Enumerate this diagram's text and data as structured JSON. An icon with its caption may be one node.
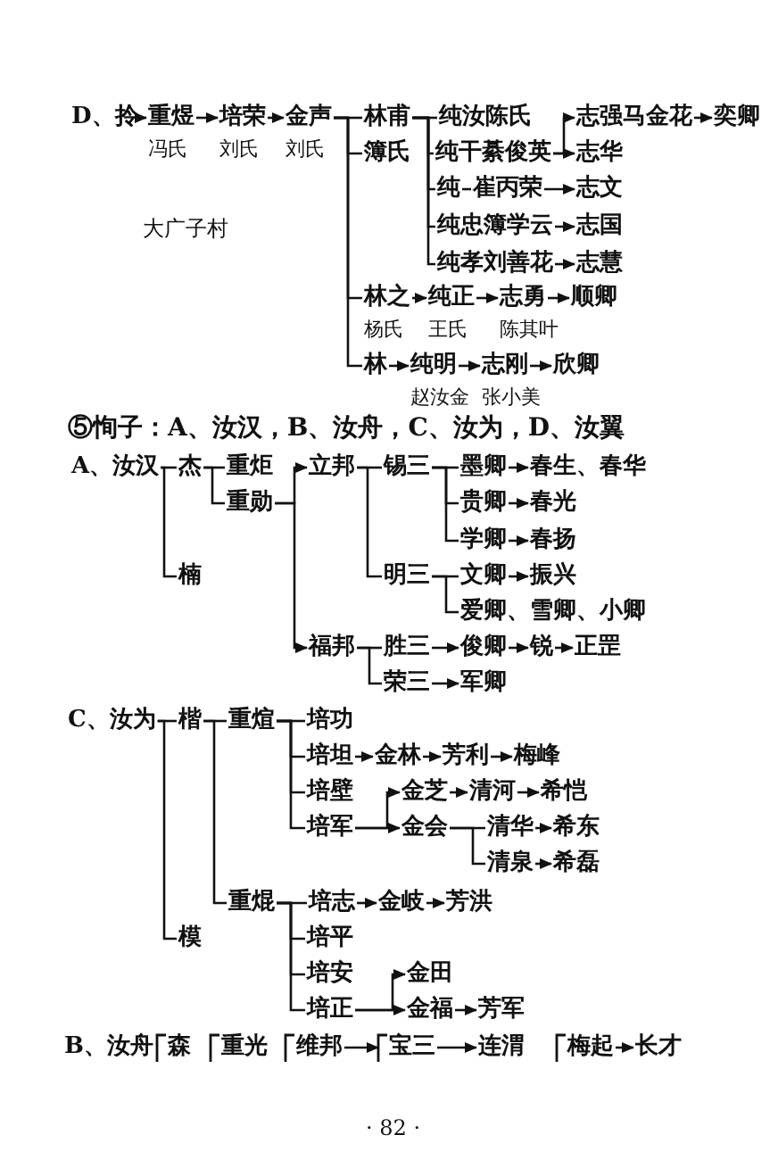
{
  "diagram": {
    "title": "⑤恂子：A、汝汉，B、汝舟，C、汝为，D、汝翼",
    "nodes": [
      {
        "text": [
          "D、拎"
        ]
      },
      {
        "text": [
          "重煜"
        ],
        "beside": [
          "冯氏"
        ]
      },
      {
        "text": [
          "培荣"
        ],
        "beside": [
          "刘氏"
        ]
      },
      {
        "text": [
          "金声"
        ],
        "beside": [
          "刘氏"
        ]
      },
      {
        "text": [
          "林甫"
        ]
      },
      {
        "text": [
          "簿氏"
        ]
      },
      {
        "text": [
          "纯汝陈氏"
        ]
      },
      {
        "text": [
          "志强马金花"
        ]
      },
      {
        "text": [
          "奕卿"
        ]
      },
      {
        "text": [
          "纯干綦俊英"
        ]
      },
      {
        "text": [
          "志华"
        ]
      },
      {
        "text": [
          "纯"
        ]
      },
      {
        "text": [
          "崔丙荣"
        ]
      },
      {
        "text": [
          "志文"
        ]
      },
      {
        "text": [
          "纯忠簿学云"
        ]
      },
      {
        "text": [
          "志国"
        ]
      },
      {
        "text": [
          "纯孝刘善花"
        ]
      },
      {
        "text": [
          "志慧"
        ]
      },
      {
        "text": [
          "林之"
        ],
        "beside": [
          "杨氏"
        ]
      },
      {
        "text": [
          "纯正"
        ],
        "beside": [
          "王氏"
        ]
      },
      {
        "text": [
          "志勇"
        ],
        "beside": [
          "陈其叶"
        ]
      },
      {
        "text": [
          "顺卿"
        ]
      },
      {
        "text": [
          "林"
        ]
      },
      {
        "text": [
          "纯明"
        ],
        "beside": [
          "赵汝金"
        ]
      },
      {
        "text": [
          "志刚"
        ],
        "beside": [
          "张小美"
        ]
      },
      {
        "text": [
          "欣卿"
        ]
      },
      {
        "text": [
          "A、汝汉"
        ]
      },
      {
        "text": [
          "杰"
        ]
      },
      {
        "text": [
          "楠"
        ]
      },
      {
        "text": [
          "重炬"
        ]
      },
      {
        "text": [
          "重勋"
        ]
      },
      {
        "text": [
          "立邦"
        ]
      },
      {
        "text": [
          "福邦"
        ]
      },
      {
        "text": [
          "锡三"
        ]
      },
      {
        "text": [
          "明三"
        ]
      },
      {
        "text": [
          "墨卿"
        ]
      },
      {
        "text": [
          "春生、春华"
        ]
      },
      {
        "text": [
          "贵卿"
        ]
      },
      {
        "text": [
          "春光"
        ]
      },
      {
        "text": [
          "学卿"
        ]
      },
      {
        "text": [
          "春扬"
        ]
      },
      {
        "text": [
          "文卿"
        ]
      },
      {
        "text": [
          "振兴"
        ]
      },
      {
        "text": [
          "爱卿、雪卿、小卿"
        ]
      },
      {
        "text": [
          "胜三"
        ]
      },
      {
        "text": [
          "俊卿"
        ]
      },
      {
        "text": [
          "锐"
        ]
      },
      {
        "text": [
          "正罡"
        ]
      },
      {
        "text": [
          "荣三"
        ]
      },
      {
        "text": [
          "军卿"
        ]
      },
      {
        "text": [
          "C、汝为"
        ]
      },
      {
        "text": [
          "楷"
        ]
      },
      {
        "text": [
          "模"
        ]
      },
      {
        "text": [
          "重煊"
        ]
      },
      {
        "text": [
          "重焜"
        ]
      },
      {
        "text": [
          "培功"
        ]
      },
      {
        "text": [
          "培坦"
        ]
      },
      {
        "text": [
          "金林"
        ]
      },
      {
        "text": [
          "芳利"
        ]
      },
      {
        "text": [
          "梅峰"
        ]
      },
      {
        "text": [
          "培壁"
        ]
      },
      {
        "text": [
          "培军"
        ]
      },
      {
        "text": [
          "金芝"
        ]
      },
      {
        "text": [
          "清河"
        ]
      },
      {
        "text": [
          "希恺"
        ]
      },
      {
        "text": [
          "金会"
        ]
      },
      {
        "text": [
          "清华"
        ]
      },
      {
        "text": [
          "希东"
        ]
      },
      {
        "text": [
          "清泉"
        ]
      },
      {
        "text": [
          "希磊"
        ]
      },
      {
        "text": [
          "培志"
        ]
      },
      {
        "text": [
          "金岐"
        ]
      },
      {
        "text": [
          "芳洪"
        ]
      },
      {
        "text": [
          "培平"
        ]
      },
      {
        "text": [
          "培安"
        ]
      },
      {
        "text": [
          "培正"
        ]
      },
      {
        "text": [
          "金田"
        ]
      },
      {
        "text": [
          "金福"
        ]
      },
      {
        "text": [
          "芳军"
        ]
      },
      {
        "text": [
          "B、汝舟"
        ]
      },
      {
        "text": [
          "森"
        ]
      },
      {
        "text": [
          "重光"
        ]
      },
      {
        "text": [
          "维邦"
        ]
      },
      {
        "text": [
          "宝三"
        ]
      },
      {
        "text": [
          "连渭"
        ]
      },
      {
        "text": [
          "梅起"
        ]
      },
      {
        "text": [
          "长才"
        ]
      }
    ],
    "edges": [
      {
        "from": 0,
        "to": 1,
        "arrow": "to"
      },
      {
        "from": 1,
        "to": 2,
        "arrow": "to"
      },
      {
        "from": 2,
        "to": 3,
        "arrow": "to"
      },
      {
        "from": 3,
        "to": 4,
        "arrow": "none"
      },
      {
        "from": 3,
        "to": 5,
        "arrow": "none"
      },
      {
        "from": 3,
        "to": 18,
        "arrow": "none"
      },
      {
        "from": 3,
        "to": 22,
        "arrow": "none"
      },
      {
        "from": 4,
        "to": 6,
        "arrow": "none"
      },
      {
        "from": 4,
        "to": 9,
        "arrow": "none"
      },
      {
        "from": 4,
        "to": 11,
        "arrow": "none"
      },
      {
        "from": 4,
        "to": 14,
        "arrow": "none"
      },
      {
        "from": 4,
        "to": 16,
        "arrow": "none"
      },
      {
        "from": 9,
        "to": 7,
        "arrow": "to"
      },
      {
        "from": 9,
        "to": 10,
        "arrow": "to"
      },
      {
        "from": 7,
        "to": 8,
        "arrow": "to"
      },
      {
        "from": 11,
        "to": 12,
        "arrow": "none"
      },
      {
        "from": 12,
        "to": 13,
        "arrow": "to"
      },
      {
        "from": 14,
        "to": 15,
        "arrow": "to"
      },
      {
        "from": 16,
        "to": 17,
        "arrow": "to"
      },
      {
        "from": 18,
        "to": 19,
        "arrow": "to"
      },
      {
        "from": 19,
        "to": 20,
        "arrow": "to"
      },
      {
        "from": 20,
        "to": 21,
        "arrow": "to"
      },
      {
        "from": 22,
        "to": 23,
        "arrow": "to"
      },
      {
        "from": 23,
        "to": 24,
        "arrow": "to"
      },
      {
        "from": 24,
        "to": 25,
        "arrow": "to"
      },
      {
        "from": 26,
        "to": 27,
        "arrow": "none"
      },
      {
        "from": 26,
        "to": 28,
        "arrow": "none"
      },
      {
        "from": 27,
        "to": 29,
        "arrow": "none"
      },
      {
        "from": 27,
        "to": 30,
        "arrow": "none"
      },
      {
        "from": 30,
        "to": 31,
        "arrow": "to"
      },
      {
        "from": 30,
        "to": 32,
        "arrow": "to"
      },
      {
        "from": 31,
        "to": 33,
        "arrow": "none"
      },
      {
        "from": 31,
        "to": 34,
        "arrow": "none"
      },
      {
        "from": 33,
        "to": 35,
        "arrow": "none"
      },
      {
        "from": 33,
        "to": 37,
        "arrow": "none"
      },
      {
        "from": 33,
        "to": 39,
        "arrow": "none"
      },
      {
        "from": 35,
        "to": 36,
        "arrow": "to"
      },
      {
        "from": 37,
        "to": 38,
        "arrow": "to"
      },
      {
        "from": 39,
        "to": 40,
        "arrow": "to"
      },
      {
        "from": 34,
        "to": 41,
        "arrow": "none"
      },
      {
        "from": 34,
        "to": 43,
        "arrow": "none"
      },
      {
        "from": 41,
        "to": 42,
        "arrow": "to"
      },
      {
        "from": 32,
        "to": 44,
        "arrow": "none"
      },
      {
        "from": 32,
        "to": 48,
        "arrow": "none"
      },
      {
        "from": 44,
        "to": 45,
        "arrow": "to"
      },
      {
        "from": 45,
        "to": 46,
        "arrow": "to"
      },
      {
        "from": 46,
        "to": 47,
        "arrow": "to"
      },
      {
        "from": 48,
        "to": 49,
        "arrow": "to"
      },
      {
        "from": 50,
        "to": 51,
        "arrow": "none"
      },
      {
        "from": 50,
        "to": 52,
        "arrow": "none"
      },
      {
        "from": 51,
        "to": 53,
        "arrow": "none"
      },
      {
        "from": 51,
        "to": 54,
        "arrow": "none"
      },
      {
        "from": 53,
        "to": 55,
        "arrow": "none"
      },
      {
        "from": 53,
        "to": 56,
        "arrow": "none"
      },
      {
        "from": 53,
        "to": 60,
        "arrow": "none"
      },
      {
        "from": 53,
        "to": 61,
        "arrow": "none"
      },
      {
        "from": 56,
        "to": 57,
        "arrow": "to"
      },
      {
        "from": 57,
        "to": 58,
        "arrow": "to"
      },
      {
        "from": 58,
        "to": 59,
        "arrow": "to"
      },
      {
        "from": 61,
        "to": 62,
        "arrow": "to"
      },
      {
        "from": 61,
        "to": 65,
        "arrow": "to"
      },
      {
        "from": 62,
        "to": 63,
        "arrow": "to"
      },
      {
        "from": 63,
        "to": 64,
        "arrow": "to"
      },
      {
        "from": 65,
        "to": 66,
        "arrow": "none"
      },
      {
        "from": 65,
        "to": 68,
        "arrow": "none"
      },
      {
        "from": 66,
        "to": 67,
        "arrow": "to"
      },
      {
        "from": 68,
        "to": 69,
        "arrow": "to"
      },
      {
        "from": 54,
        "to": 70,
        "arrow": "none"
      },
      {
        "from": 54,
        "to": 73,
        "arrow": "none"
      },
      {
        "from": 54,
        "to": 74,
        "arrow": "none"
      },
      {
        "from": 54,
        "to": 75,
        "arrow": "none"
      },
      {
        "from": 70,
        "to": 71,
        "arrow": "to"
      },
      {
        "from": 71,
        "to": 72,
        "arrow": "to"
      },
      {
        "from": 75,
        "to": 76,
        "arrow": "to"
      },
      {
        "from": 75,
        "to": 77,
        "arrow": "to"
      },
      {
        "from": 77,
        "to": 78,
        "arrow": "to"
      },
      {
        "from": 82,
        "to": 83,
        "arrow": "to"
      },
      {
        "from": 83,
        "to": 84,
        "arrow": "to"
      },
      {
        "from": 85,
        "to": 86,
        "arrow": "to"
      }
    ],
    "labels": [
      "大广子村",
      "· 82 ·"
    ]
  }
}
